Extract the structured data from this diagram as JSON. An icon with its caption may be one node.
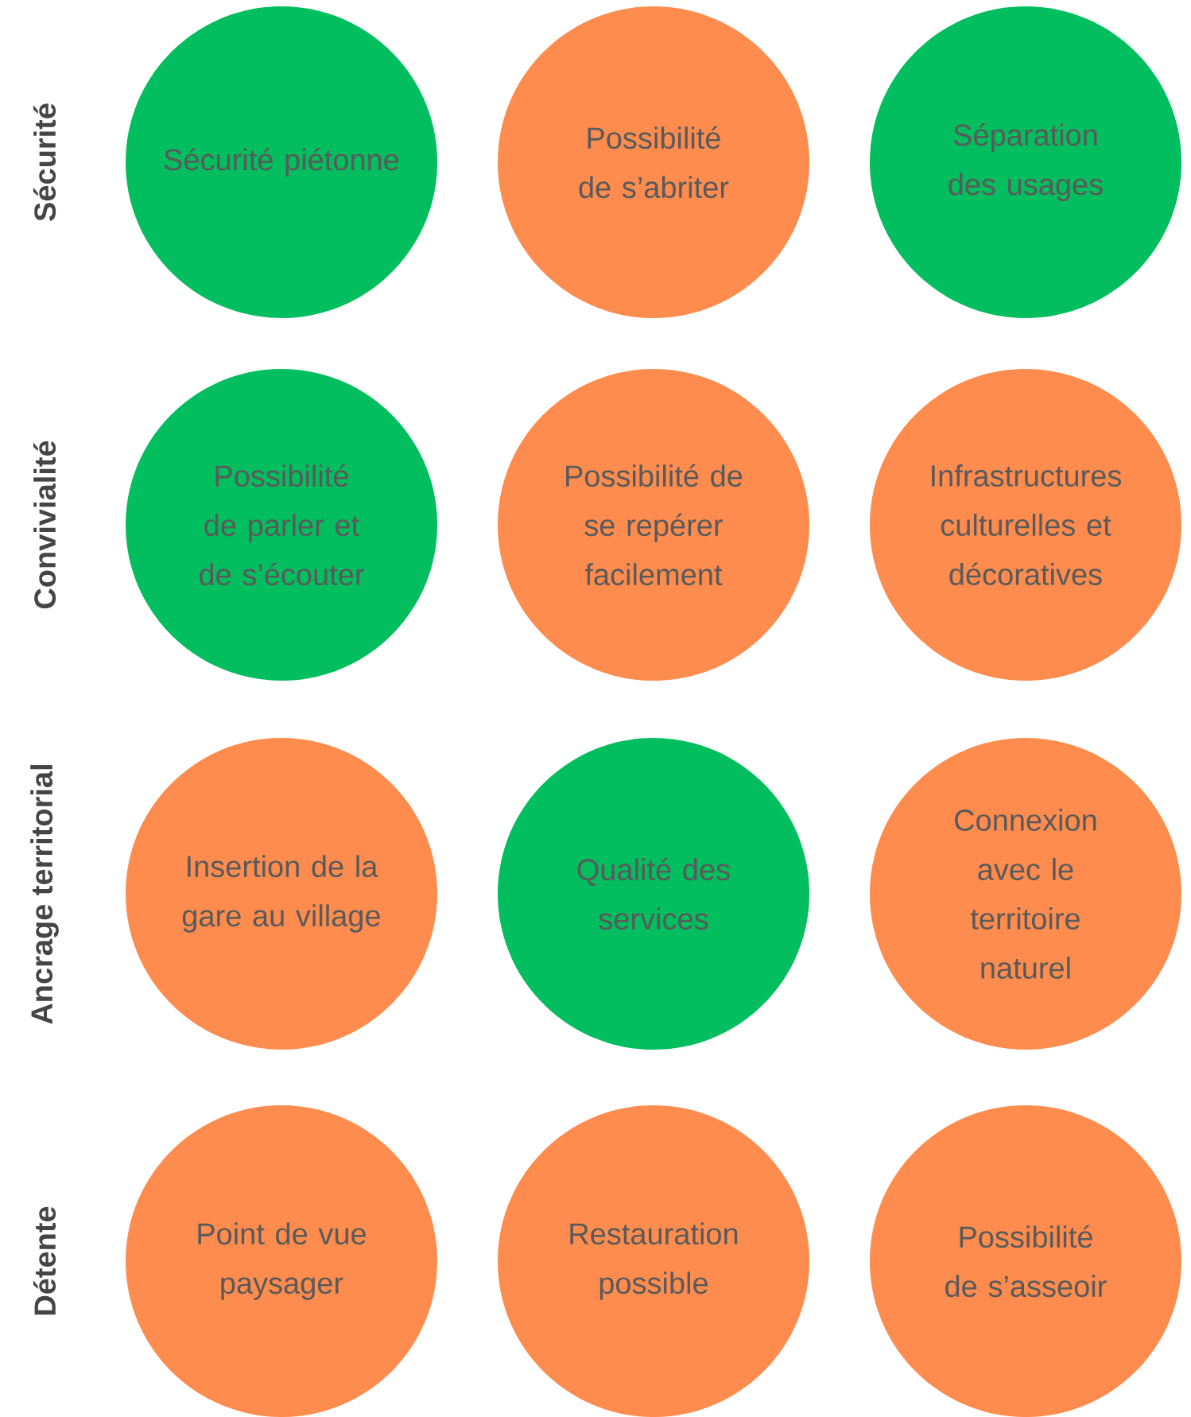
{
  "diagram": {
    "nodes": [
      {
        "text": [
          "Sécurité piétonne"
        ]
      },
      {
        "text": [
          "Possibilité de s’abriter"
        ]
      },
      {
        "text": [
          "Séparation des usages"
        ]
      },
      {
        "text": [
          "Possibilité de parler et de s’écouter"
        ]
      },
      {
        "text": [
          "Possibilité de se repérer facilement"
        ]
      },
      {
        "text": [
          "Infrastructures culturelles et décoratives"
        ]
      },
      {
        "text": [
          "Insertion de la gare au village"
        ]
      },
      {
        "text": [
          "Qualité des services"
        ]
      },
      {
        "text": [
          "Connexion avec le territoire naturel"
        ]
      },
      {
        "text": [
          "Point de vue paysager"
        ]
      },
      {
        "text": [
          "Restauration possible"
        ]
      },
      {
        "text": [
          "Possibilité de s’asseoir"
        ]
      }
    ],
    "edges": [],
    "labels": [
      "Sécurité",
      "Convivialité",
      "Ancrage territorial",
      "Détente"
    ]
  }
}
